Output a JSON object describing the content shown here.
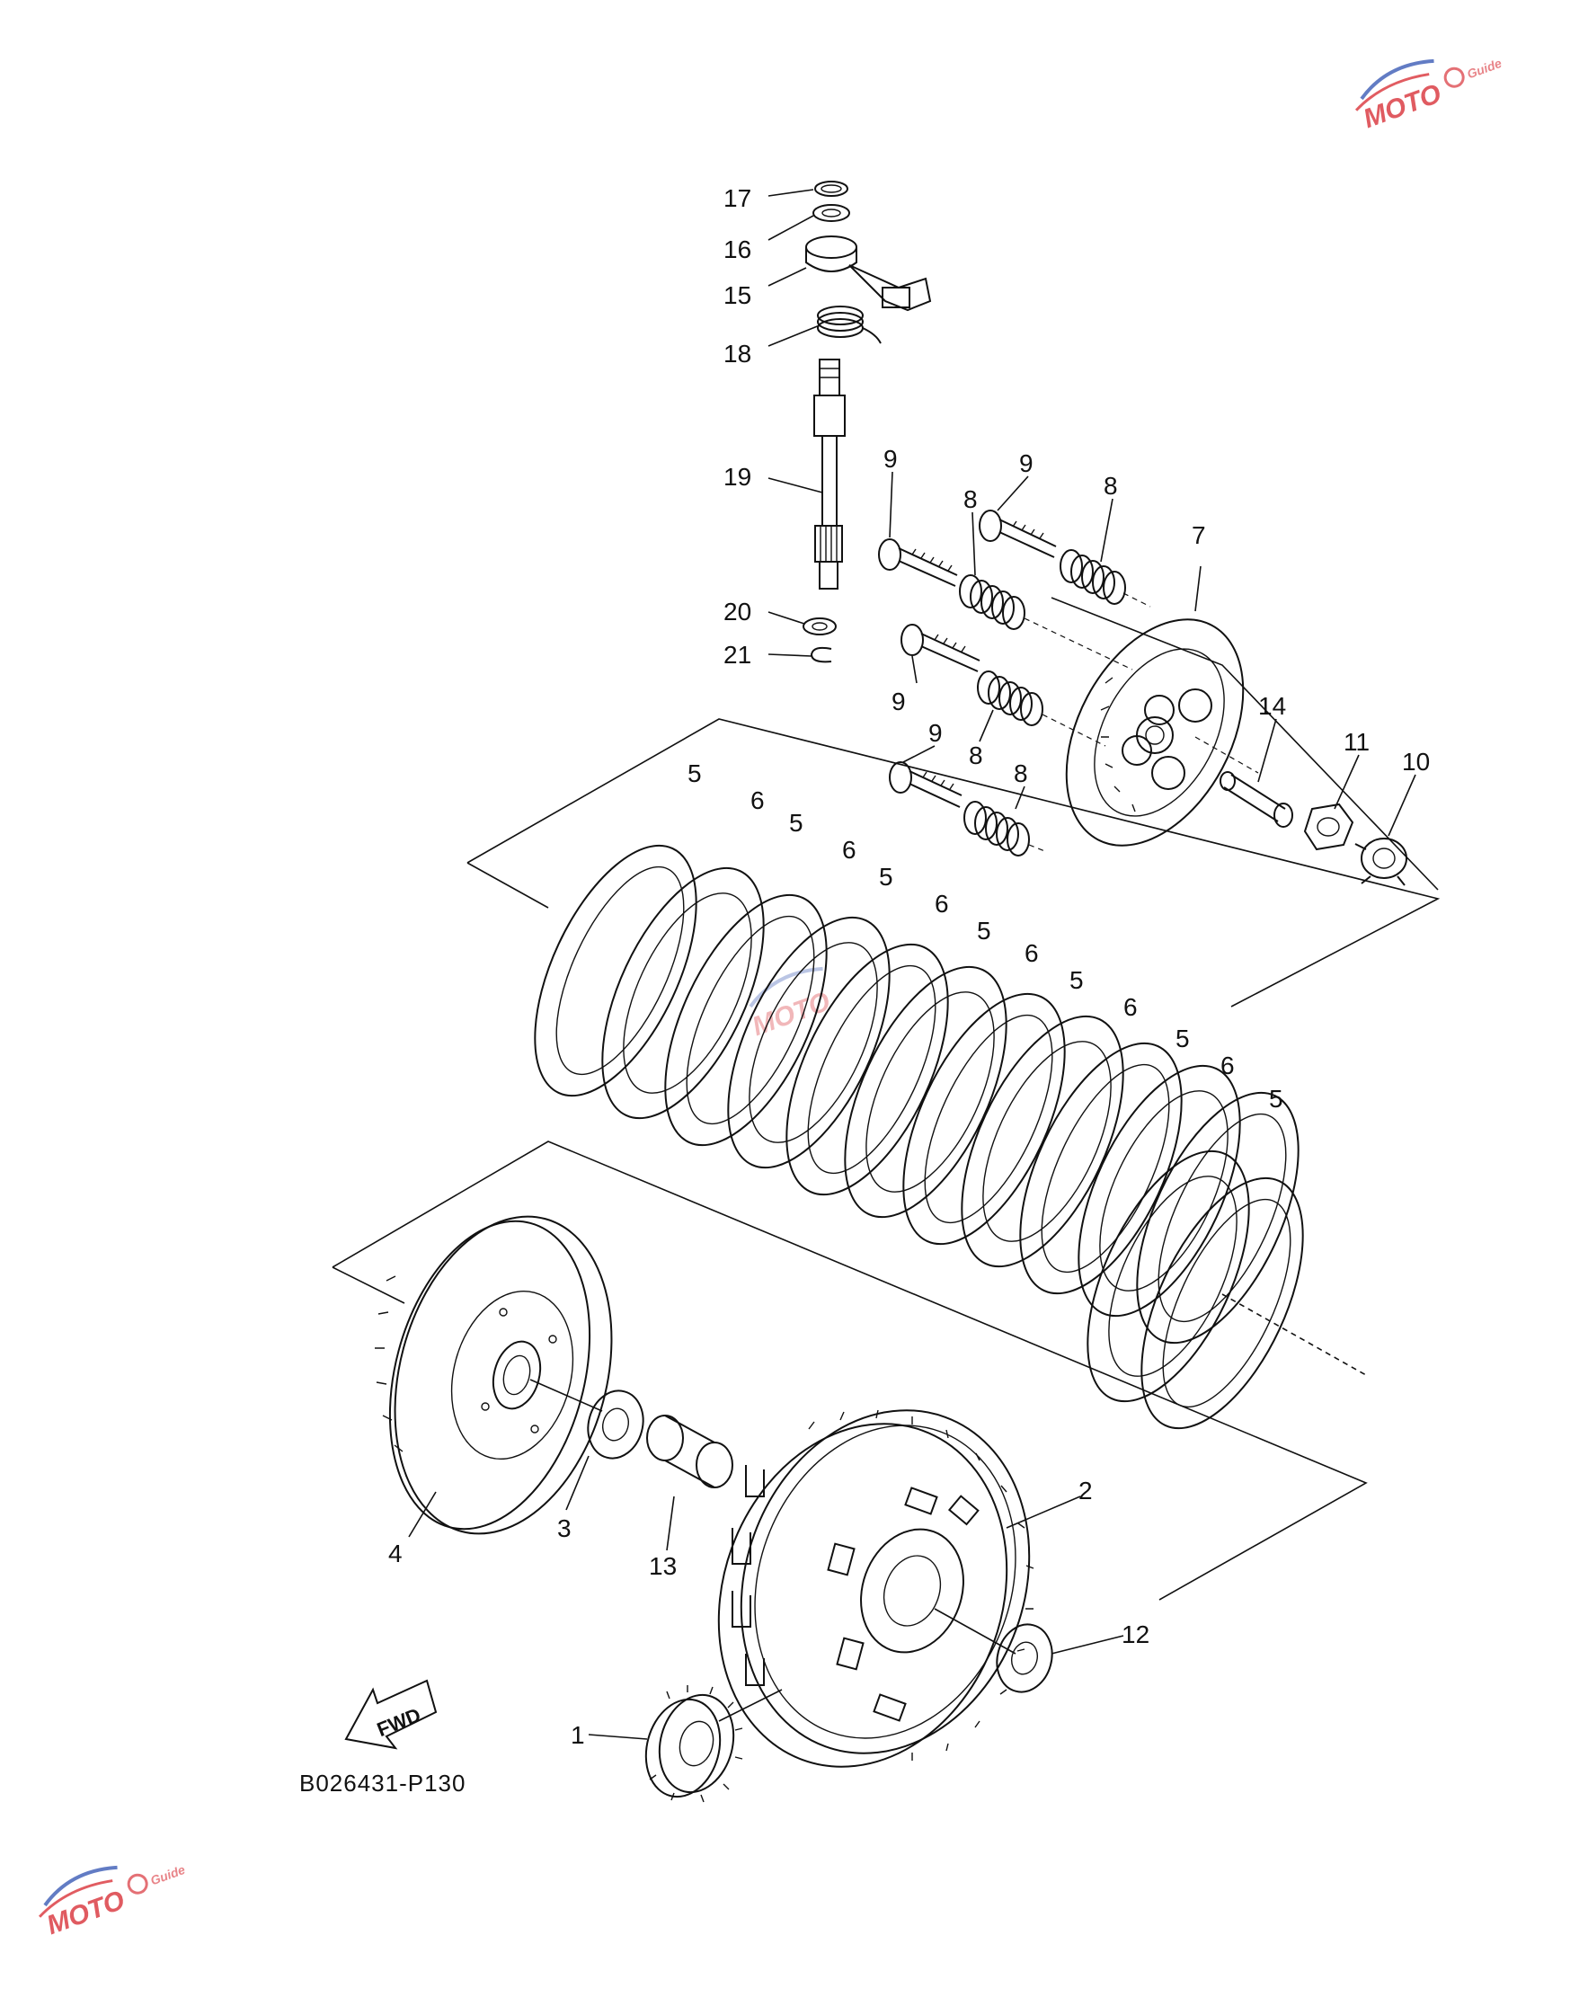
{
  "diagram": {
    "drawing_code": "B026431-P130",
    "fwd_label": "FWD",
    "callouts": [
      {
        "id": "c17",
        "text": "17"
      },
      {
        "id": "c16",
        "text": "16"
      },
      {
        "id": "c15",
        "text": "15"
      },
      {
        "id": "c18",
        "text": "18"
      },
      {
        "id": "c19",
        "text": "19"
      },
      {
        "id": "c20",
        "text": "20"
      },
      {
        "id": "c21",
        "text": "21"
      },
      {
        "id": "c9a",
        "text": "9"
      },
      {
        "id": "c9b",
        "text": "9"
      },
      {
        "id": "c9c",
        "text": "9"
      },
      {
        "id": "c9d",
        "text": "9"
      },
      {
        "id": "c8a",
        "text": "8"
      },
      {
        "id": "c8b",
        "text": "8"
      },
      {
        "id": "c8c",
        "text": "8"
      },
      {
        "id": "c8d",
        "text": "8"
      },
      {
        "id": "c7",
        "text": "7"
      },
      {
        "id": "c14",
        "text": "14"
      },
      {
        "id": "c11",
        "text": "11"
      },
      {
        "id": "c10",
        "text": "10"
      },
      {
        "id": "c5a",
        "text": "5"
      },
      {
        "id": "c6a",
        "text": "6"
      },
      {
        "id": "c5b",
        "text": "5"
      },
      {
        "id": "c6b",
        "text": "6"
      },
      {
        "id": "c5c",
        "text": "5"
      },
      {
        "id": "c6c",
        "text": "6"
      },
      {
        "id": "c5d",
        "text": "5"
      },
      {
        "id": "c6d",
        "text": "6"
      },
      {
        "id": "c5e",
        "text": "5"
      },
      {
        "id": "c6e",
        "text": "6"
      },
      {
        "id": "c5f",
        "text": "5"
      },
      {
        "id": "c6f",
        "text": "6"
      },
      {
        "id": "c5g",
        "text": "5"
      },
      {
        "id": "c2",
        "text": "2"
      },
      {
        "id": "c12",
        "text": "12"
      },
      {
        "id": "c4",
        "text": "4"
      },
      {
        "id": "c3",
        "text": "3"
      },
      {
        "id": "c13",
        "text": "13"
      },
      {
        "id": "c1",
        "text": "1"
      }
    ]
  },
  "watermark": {
    "text": "MOTO",
    "subtext": "Guide",
    "colors": {
      "red": "#d9333a",
      "blue": "#3b5bb5"
    }
  }
}
